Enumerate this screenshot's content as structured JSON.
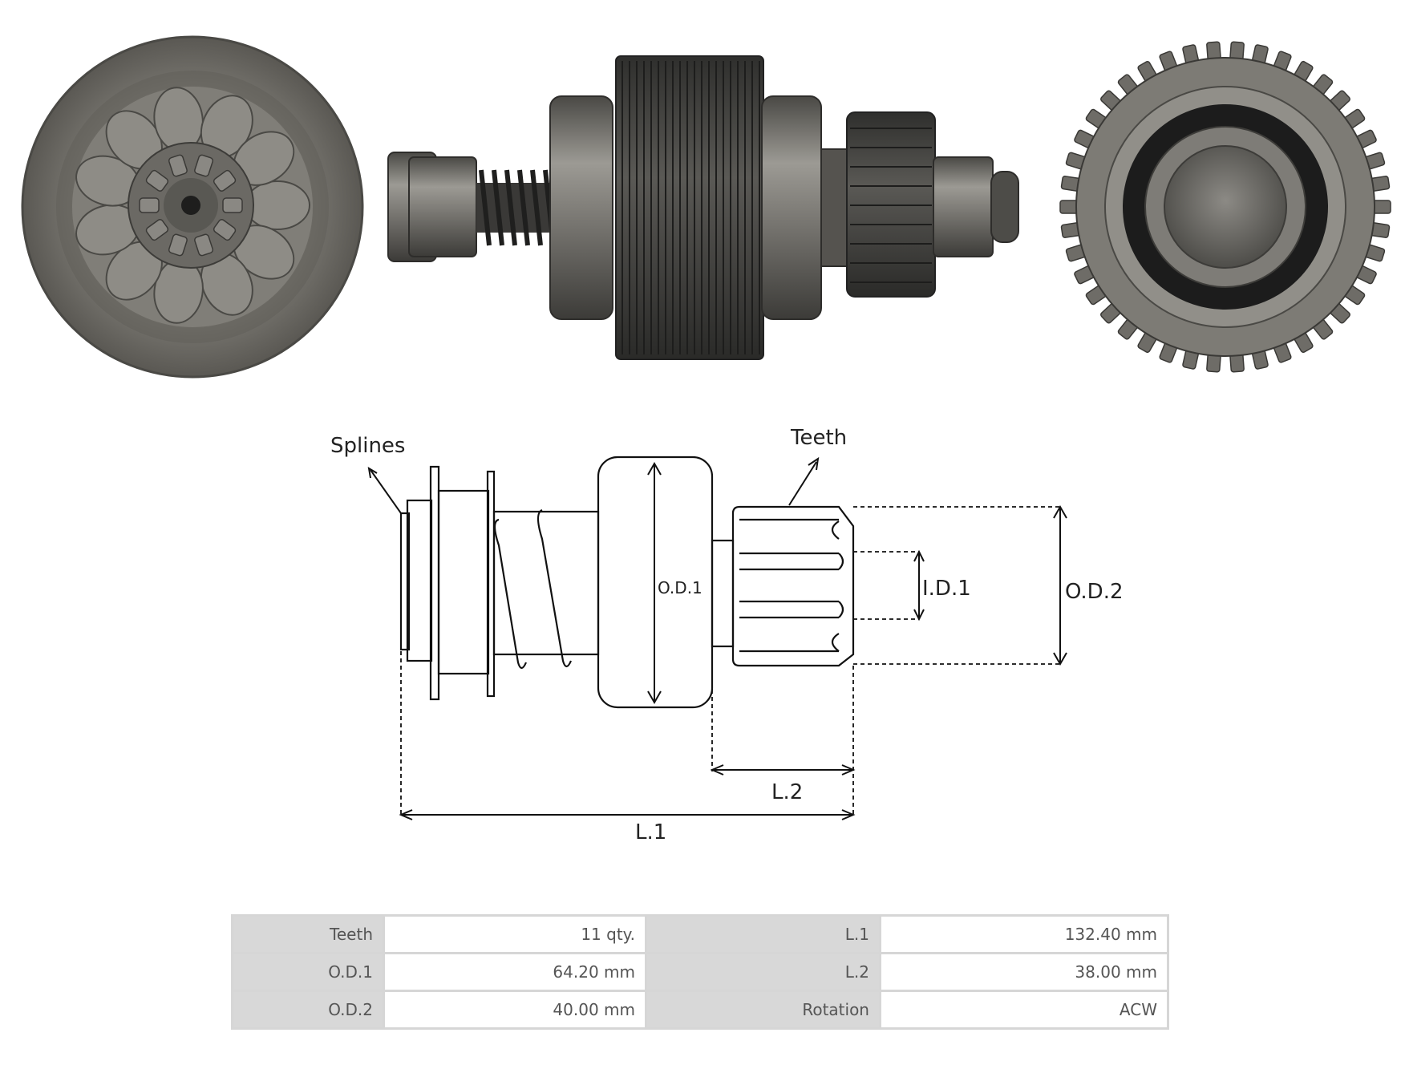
{
  "diagram": {
    "labels": {
      "splines": "Splines",
      "teeth": "Teeth",
      "od1": "O.D.1",
      "od2": "O.D.2",
      "id1": "I.D.1",
      "l1": "L.1",
      "l2": "L.2"
    }
  },
  "specs": {
    "rows": [
      {
        "k1": "Teeth",
        "v1": "11 qty.",
        "k2": "L.1",
        "v2": "132.40 mm"
      },
      {
        "k1": "O.D.1",
        "v1": "64.20 mm",
        "k2": "L.2",
        "v2": "38.00 mm"
      },
      {
        "k1": "O.D.2",
        "v1": "40.00 mm",
        "k2": "Rotation",
        "v2": "ACW"
      }
    ]
  },
  "colors": {
    "metal_dark": "#3f3f3c",
    "metal_mid": "#6e6c67",
    "metal_light": "#9a9892",
    "line": "#111111",
    "table_header": "#d8d8d8"
  }
}
